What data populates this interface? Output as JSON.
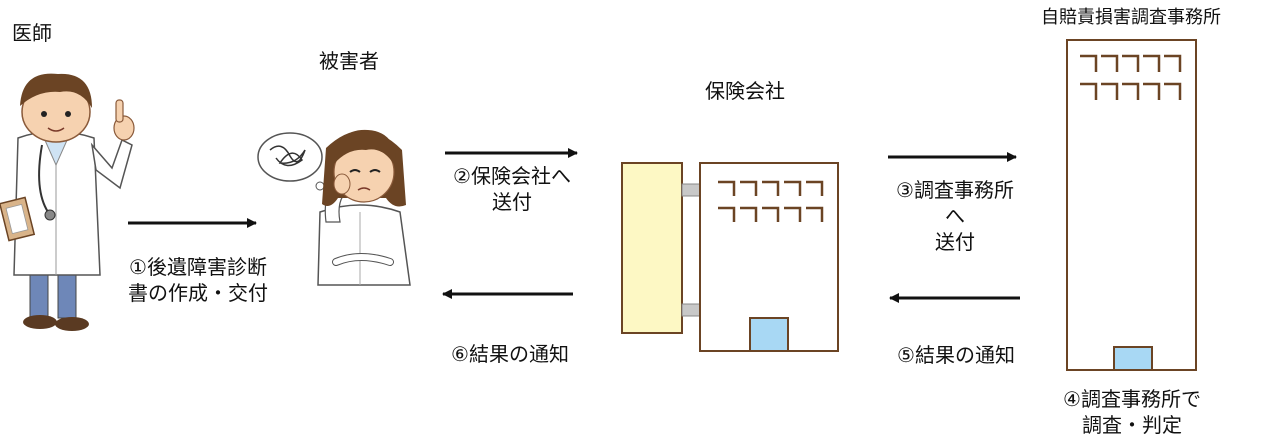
{
  "actors": {
    "doctor": "医師",
    "victim": "被害者",
    "insurer": "保険会社",
    "office": "自賠責損害調査事務所"
  },
  "steps": {
    "s1": [
      "①後遺障害診断",
      "書の作成・交付"
    ],
    "s2": [
      "②保険会社へ",
      "送付"
    ],
    "s3": [
      "③調査事務所",
      "へ",
      "送付"
    ],
    "s4": [
      "④調査事務所で",
      "調査・判定"
    ],
    "s5": [
      "⑤結果の通知"
    ],
    "s6": [
      "⑥結果の通知"
    ]
  },
  "colors": {
    "building_outline": "#6b4424",
    "window_glass": "#a8d8f4",
    "side_wing": "#fdf8c4",
    "arrow": "#111111"
  }
}
